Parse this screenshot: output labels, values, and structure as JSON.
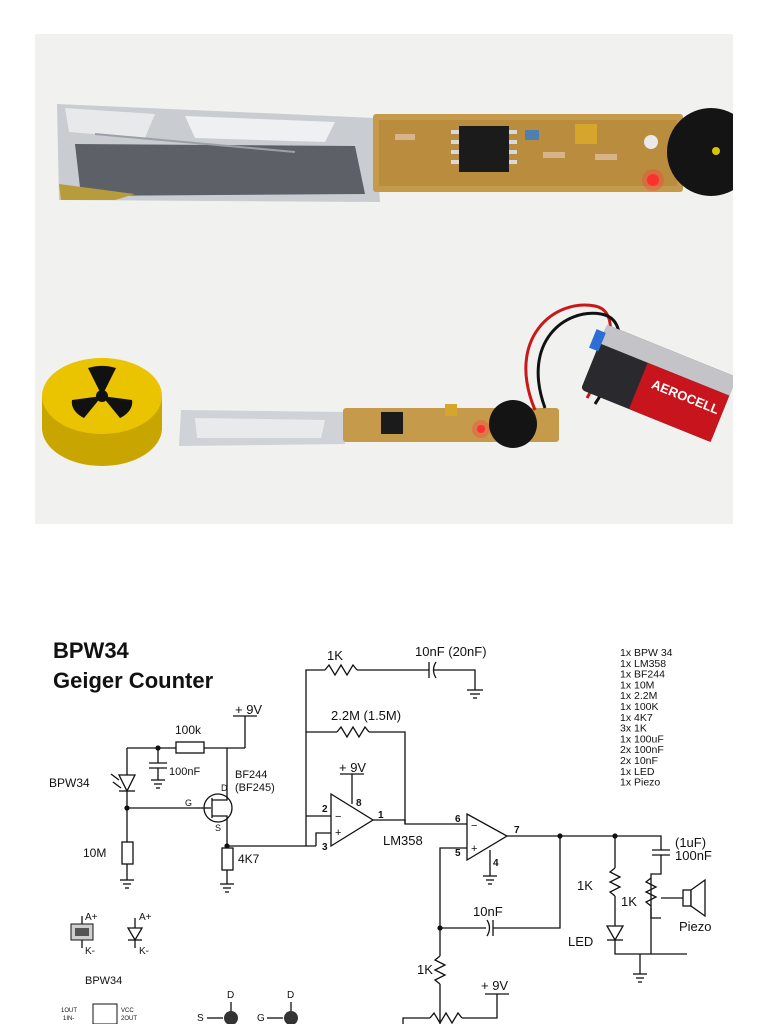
{
  "schematic": {
    "title_line1": "BPW34",
    "title_line2": "Geiger Counter",
    "labels": {
      "r_1k_top": "1K",
      "c_10nf_top": "10nF (20nF)",
      "r_2_2m": "2.2M (1.5M)",
      "v9_top": "+ 9V",
      "r_100k": "100k",
      "c_100nf": "100nF",
      "jfet_name": "BF244",
      "jfet_alt": "(BF245)",
      "bpw34": "BPW34",
      "r_10m": "10M",
      "r_4k7": "4K7",
      "v9_opamp": "+ 9V",
      "opamp": "LM358",
      "pin1": "1",
      "pin2": "2",
      "pin3": "3",
      "pin4": "4",
      "pin5": "5",
      "pin6": "6",
      "pin7": "7",
      "pin8": "8",
      "c_out": "(1uF)",
      "c_out2": "100nF",
      "r_1k_led": "1K",
      "r_1k_piezo": "1K",
      "led": "LED",
      "piezo": "Piezo",
      "c_10nf_bottom": "10nF",
      "r_1k_bottom": "1K",
      "v9_bottom": "+ 9V",
      "pin_d": "D",
      "pin_s": "S",
      "pin_g": "G",
      "bpw34_footprint": "BPW34",
      "diode_a": "A+",
      "diode_k": "K-",
      "jfet_pin_d1": "D",
      "jfet_pin_d2": "D",
      "jfet_pin_s": "S",
      "jfet_pin_g": "G",
      "ic_1out": "1OUT",
      "ic_1in": "1IN-",
      "ic_vcc": "VCC",
      "ic_2out": "2OUT"
    },
    "bom": [
      "1x BPW 34",
      "1x LM358",
      "1x BF244",
      "1x 10M",
      "1x 2.2M",
      "1x 100K",
      "1x 4K7",
      "3x 1K",
      "1x 100uF",
      "2x 100nF",
      "2x 10nF",
      "1x LED",
      "1x Piezo"
    ]
  },
  "photos": {
    "battery_label": "AEROCELL"
  }
}
